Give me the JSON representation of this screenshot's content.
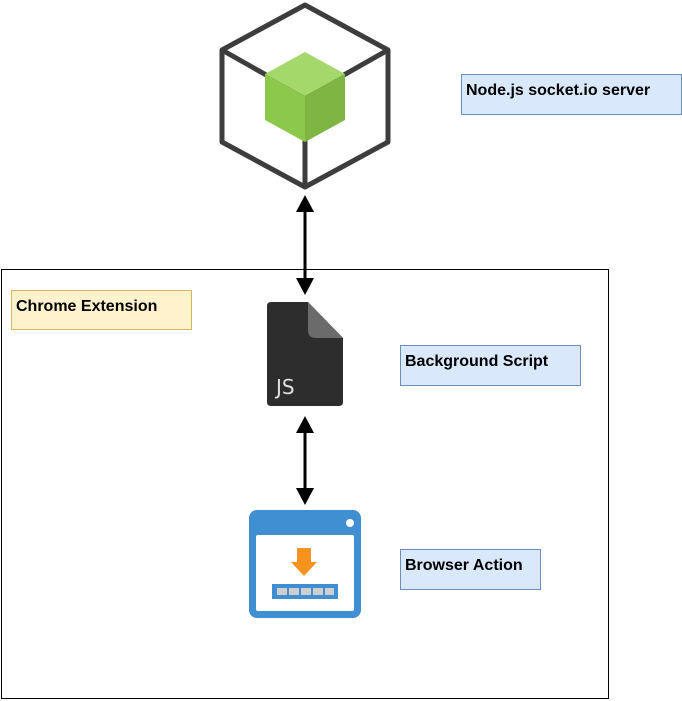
{
  "nodes": {
    "server": {
      "label": "Node.js socket.io server",
      "icon": "nodejs-cube-icon"
    },
    "background": {
      "label": "Background Script",
      "icon": "js-file-icon",
      "icon_text": "JS"
    },
    "browser_action": {
      "label": "Browser Action",
      "icon": "browser-action-download-icon"
    }
  },
  "container": {
    "label": "Chrome Extension"
  },
  "edges": [
    {
      "from": "server",
      "to": "background",
      "direction": "bidirectional"
    },
    {
      "from": "background",
      "to": "browser_action",
      "direction": "bidirectional"
    }
  ],
  "colors": {
    "blue_fill": "#dae8fc",
    "blue_stroke": "#6c8ebf",
    "yellow_fill": "#fff2cc",
    "yellow_stroke": "#d6b656",
    "node_green": "#8cc84b",
    "node_gray": "#3d3d3d",
    "js_dark": "#2d2d2d",
    "browser_blue": "#3f8fd2",
    "arrow_orange": "#f7921e"
  }
}
